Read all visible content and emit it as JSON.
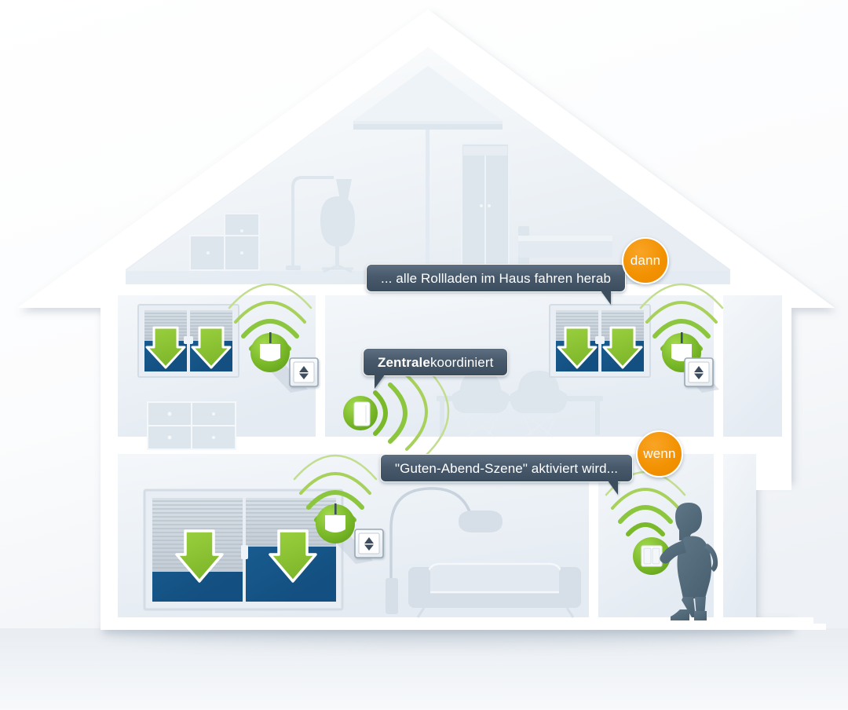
{
  "scene": {
    "title": "Smart Home Rollladensteuerung Hausquerschnitt",
    "colors": {
      "house_white": "#ffffff",
      "wall_tint": "#eef2f6",
      "furniture": "#d6dfe7",
      "glass_blue": "#17588e",
      "arrow_green": "#8cc63f",
      "signal_green": "#7ab929",
      "badge_orange": "#f29100",
      "bubble_slate": "#3c4e5e",
      "person_slate": "#55707f",
      "ground": "#eceff3"
    }
  },
  "bubbles": [
    {
      "id": "dann",
      "text": "... alle Rollladen im Haus fahren herab",
      "badge": "dann",
      "tail": "right"
    },
    {
      "id": "zentrale",
      "text_bold": "Zentrale",
      "text_regular": " koordiniert",
      "badge": null,
      "tail": "left"
    },
    {
      "id": "wenn",
      "text": "\"Guten-Abend-Szene\" aktiviert wird...",
      "badge": "wenn",
      "tail": "right"
    }
  ],
  "devices": {
    "hub_label": "zentrale-hub",
    "shutter_motor_label": "rollladen-motor",
    "wall_switch_label": "wand-schalter",
    "rocker_switch_label": "wippschalter"
  },
  "rooms": {
    "attic": "Dachgeschoss",
    "bedroom_left": "Schlafzimmer links",
    "dining": "Esszimmer",
    "living": "Wohnzimmer",
    "hallway": "Flur"
  },
  "furniture": [
    "regal-wuerfel",
    "stehlampe",
    "buerostuhl",
    "kleiderschrank",
    "bett",
    "kommode",
    "esstisch",
    "esszimmerstuhl",
    "bogenlampe",
    "sofa"
  ],
  "windows": [
    {
      "name": "fenster-schlafzimmer-links",
      "shutter_state": "closing",
      "arrows": 2
    },
    {
      "name": "fenster-schlafzimmer-rechts",
      "shutter_state": "closing",
      "arrows": 2
    },
    {
      "name": "terrassentuer-wohnzimmer",
      "shutter_state": "closing",
      "arrows": 2
    }
  ],
  "person": {
    "name": "person-silhouette",
    "action": "drueckt-wandschalter"
  }
}
